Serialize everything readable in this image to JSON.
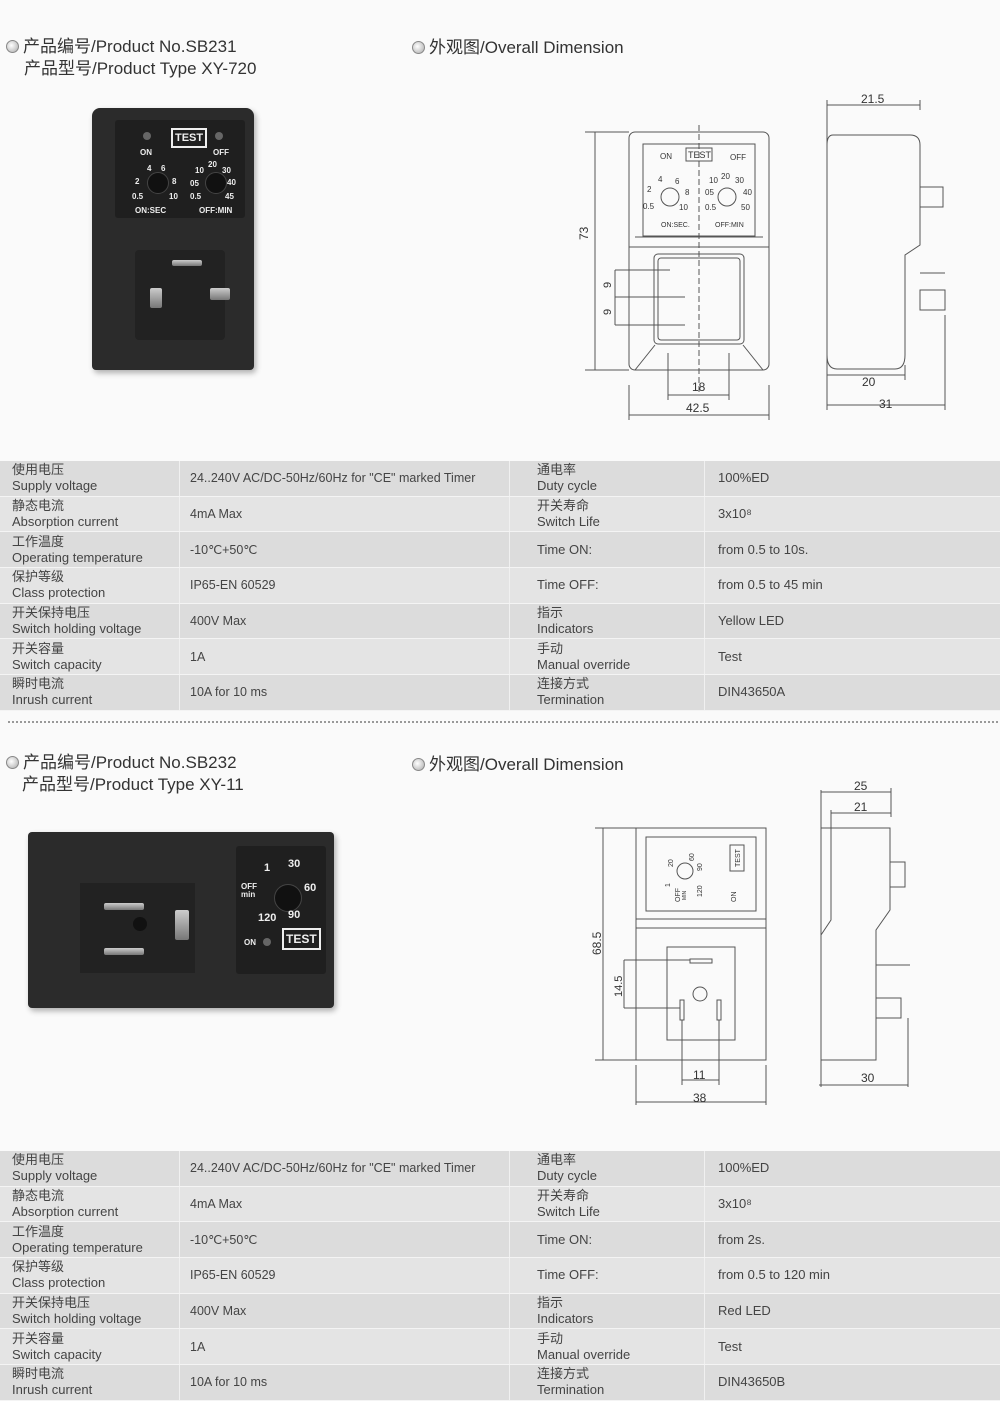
{
  "products": [
    {
      "product_no": "产品编号/Product No.SB231",
      "product_type": "产品型号/Product Type XY-720",
      "dimension_title": "外观图/Overall Dimension",
      "photo": {
        "test": "TEST",
        "on": "ON",
        "off": "OFF",
        "on_scale": [
          "4",
          "6",
          "2",
          "8",
          "0.5",
          "10"
        ],
        "off_scale": [
          "10",
          "20",
          "30",
          "05",
          "40",
          "0.5",
          "45"
        ],
        "on_unit": "ON:SEC",
        "off_unit": "OFF:MIN"
      },
      "drawing": {
        "test": "TEST",
        "on": "ON",
        "off": "OFF",
        "on_scale": [
          "4",
          "6",
          "2",
          "8",
          "0.5",
          "10"
        ],
        "off_scale": [
          "10",
          "20",
          "30",
          "05",
          "40",
          "0.5",
          "50"
        ],
        "on_unit": "ON:SEC.",
        "off_unit": "OFF:MIN",
        "dims": {
          "height": "73",
          "pin_up": "9",
          "pin_down": "9",
          "pin_width": "18",
          "width": "42.5",
          "top_depth": "21.5",
          "body_depth": "20",
          "total_depth": "31"
        }
      },
      "specs": [
        {
          "cn": "使用电压",
          "en": "Supply voltage",
          "value": "24..240V AC/DC-50Hz/60Hz for \"CE\" marked Timer",
          "cn2": "通电率",
          "en2": "Duty cycle",
          "value2": "100%ED"
        },
        {
          "cn": "静态电流",
          "en": "Absorption current",
          "value": "4mA Max",
          "cn2": "开关寿命",
          "en2": "Switch Life",
          "value2": "3x10⁸"
        },
        {
          "cn": "工作温度",
          "en": "Operating temperature",
          "value": "-10℃+50℃",
          "cn2": "",
          "en2": "Time ON:",
          "value2": "from 0.5 to 10s."
        },
        {
          "cn": "保护等级",
          "en": "Class protection",
          "value": "IP65-EN 60529",
          "cn2": "",
          "en2": "Time OFF:",
          "value2": "from 0.5 to 45 min"
        },
        {
          "cn": "开关保持电压",
          "en": "Switch holding voltage",
          "value": "400V Max",
          "cn2": "指示",
          "en2": "Indicators",
          "value2": "Yellow LED"
        },
        {
          "cn": "开关容量",
          "en": "Switch capacity",
          "value": "1A",
          "cn2": "手动",
          "en2": "Manual override",
          "value2": "Test"
        },
        {
          "cn": "瞬时电流",
          "en": "Inrush current",
          "value": "10A for 10 ms",
          "cn2": "连接方式",
          "en2": "Termination",
          "value2": "DIN43650A"
        }
      ]
    },
    {
      "product_no": "产品编号/Product No.SB232",
      "product_type": "产品型号/Product Type XY-11",
      "dimension_title": "外观图/Overall Dimension",
      "photo": {
        "test": "TEST",
        "on": "ON",
        "off": "OFF",
        "unit": "min",
        "scale": [
          "1",
          "30",
          "60",
          "120",
          "90"
        ]
      },
      "drawing": {
        "test": "TEST",
        "on": "ON",
        "off": "OFF",
        "unit": "MIN",
        "scale": [
          "20",
          "60",
          "90",
          "1",
          "120"
        ],
        "dims": {
          "height": "68.5",
          "pin_span": "14.5",
          "pin_width": "11",
          "width": "38",
          "top_depth": "25",
          "inner_depth": "21",
          "total_depth": "30"
        }
      },
      "specs": [
        {
          "cn": "使用电压",
          "en": "Supply voltage",
          "value": "24..240V AC/DC-50Hz/60Hz for \"CE\" marked Timer",
          "cn2": "通电率",
          "en2": "Duty cycle",
          "value2": "100%ED"
        },
        {
          "cn": "静态电流",
          "en": "Absorption current",
          "value": "4mA Max",
          "cn2": "开关寿命",
          "en2": "Switch Life",
          "value2": "3x10⁸"
        },
        {
          "cn": "工作温度",
          "en": "Operating temperature",
          "value": "-10℃+50℃",
          "cn2": "",
          "en2": "Time ON:",
          "value2": "from 2s."
        },
        {
          "cn": "保护等级",
          "en": "Class protection",
          "value": "IP65-EN 60529",
          "cn2": "",
          "en2": "Time OFF:",
          "value2": "from 0.5 to 120 min"
        },
        {
          "cn": "开关保持电压",
          "en": "Switch holding voltage",
          "value": "400V Max",
          "cn2": "指示",
          "en2": "Indicators",
          "value2": "Red LED"
        },
        {
          "cn": "开关容量",
          "en": "Switch capacity",
          "value": "1A",
          "cn2": "手动",
          "en2": "Manual override",
          "value2": "Test"
        },
        {
          "cn": "瞬时电流",
          "en": "Inrush current",
          "value": "10A for 10 ms",
          "cn2": "连接方式",
          "en2": "Termination",
          "value2": "DIN43650B"
        }
      ]
    }
  ]
}
